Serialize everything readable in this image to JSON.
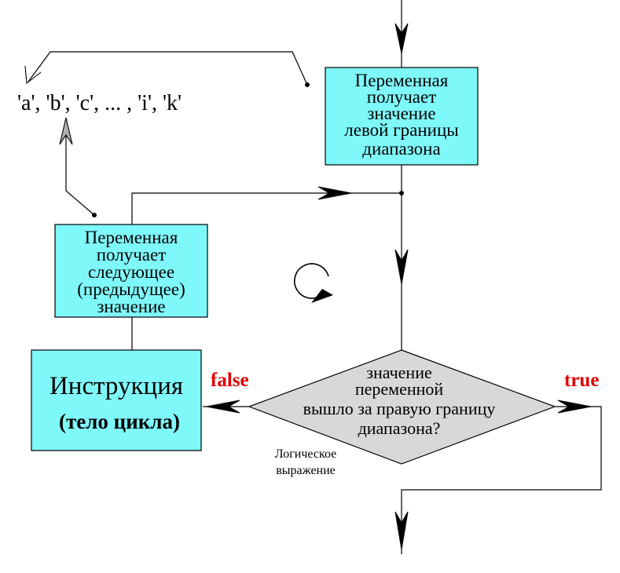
{
  "colors": {
    "box_fill": "#7ff8fa",
    "diamond_fill": "#d8d8d8",
    "branch_label": "#e00000",
    "line": "#000000",
    "back_arrow": "#808080"
  },
  "sequence": "'a', 'b', 'c', ... , 'i', 'k'",
  "init_box": {
    "lines": [
      "Переменная",
      "получает",
      "значение",
      "левой границы",
      "диапазона"
    ]
  },
  "next_box": {
    "lines": [
      "Переменная",
      "получает",
      "следующее",
      "(предыдущее)",
      "значение"
    ]
  },
  "body_box": {
    "title": "Инструкция",
    "subtitle": "(тело цикла)"
  },
  "condition": {
    "lines": [
      "значение",
      "переменной",
      "вышло за правую границу",
      "диапазона?"
    ]
  },
  "false_label": "false",
  "true_label": "true",
  "logic_caption": [
    "Логическое",
    "выражение"
  ],
  "icons": {
    "loop": "cycle-arrow-icon"
  }
}
